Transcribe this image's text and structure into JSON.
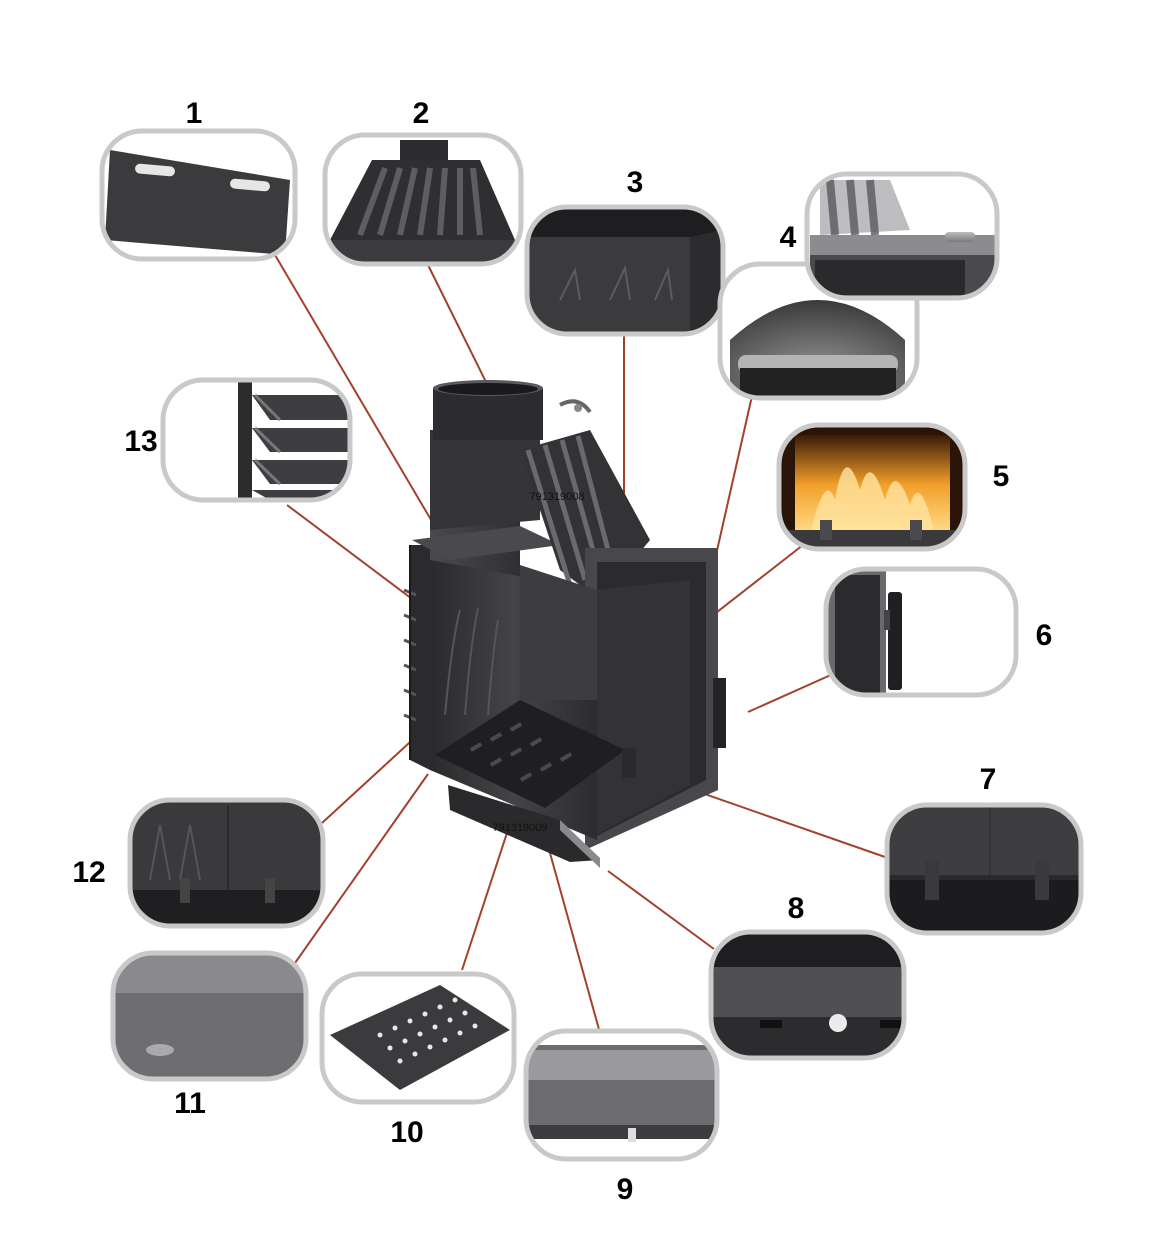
{
  "labels": [
    "1",
    "2",
    "3",
    "4",
    "5",
    "6",
    "7",
    "8",
    "9",
    "10",
    "11",
    "12",
    "13"
  ],
  "part_codes": [
    "791319008",
    "791319009"
  ],
  "colors": {
    "leader_line": "#a4412d",
    "bubble_border": "#c9c9c9",
    "stove_body": "#3a3a3c",
    "stove_dark": "#1f1f21",
    "flame": "#f3a02a"
  }
}
